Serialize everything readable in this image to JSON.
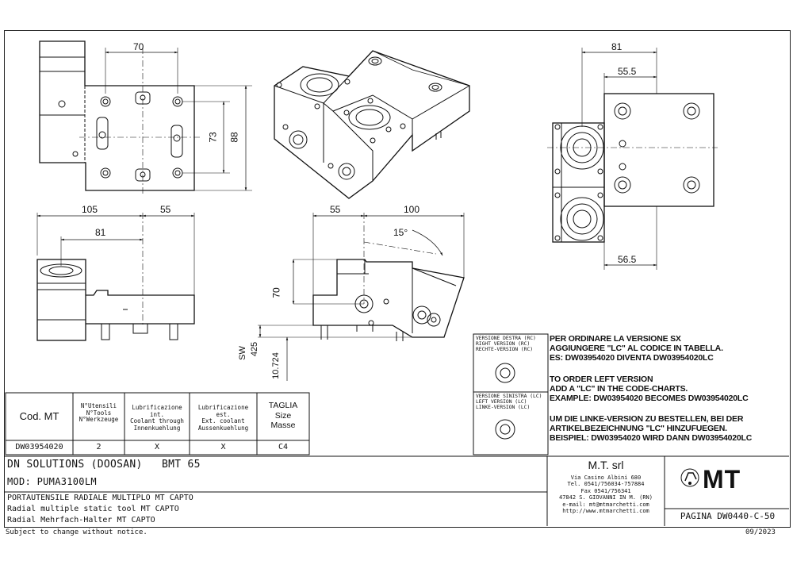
{
  "dimensions": {
    "top_view": [
      "70",
      "73",
      "88"
    ],
    "front_view": [
      "105",
      "55",
      "81"
    ],
    "side_view_top": [
      "55",
      "100",
      "15°"
    ],
    "side_view_left": [
      "70",
      "425",
      "SW",
      "10.724"
    ],
    "right_view": [
      "81",
      "55.5",
      "56.5"
    ]
  },
  "version_box": {
    "right": [
      "VERSIONE DESTRA (RC)",
      "RIGHT VERSION (RC)",
      "RECHTE-VERSION (RC)"
    ],
    "left": [
      "VERSIONE SINISTRA (LC)",
      "LEFT VERSION (LC)",
      "LINKE-VERSION (LC)"
    ]
  },
  "order_notes": [
    [
      "PER ORDINARE LA VERSIONE SX",
      "AGGIUNGERE \"LC\" AL CODICE IN TABELLA.",
      "ES: DW03954020 DIVENTA DW03954020LC"
    ],
    [
      "TO ORDER LEFT VERSION",
      "ADD A \"LC\" IN THE CODE-CHARTS.",
      "EXAMPLE: DW03954020 BECOMES DW03954020LC"
    ],
    [
      "UM DIE LINKE-VERSION ZU BESTELLEN, BEI DER",
      "ARTIKELBEZEICHNUNG \"LC\" HINZUFUEGEN.",
      "BEISPIEL: DW03954020 WIRD DANN DW03954020LC"
    ]
  ],
  "table": {
    "headers": {
      "code": "Cod. MT",
      "tools": [
        "N°Utensili",
        "N°Tools",
        "N°Werkzeuge"
      ],
      "coolant_int": [
        "Lubrificazione int.",
        "Coolant through",
        "Innenkuehlung"
      ],
      "coolant_ext": [
        "Lubrificazione est.",
        "Ext. coolant",
        "Aussenkuehlung"
      ],
      "size": [
        "TAGLIA",
        "Size",
        "Masse"
      ]
    },
    "row": {
      "code": "DW03954020",
      "tools": "2",
      "coolant_int": "X",
      "coolant_ext": "X",
      "size": "C4"
    }
  },
  "title_block": {
    "machine": "DN SOLUTIONS (DOOSAN)   BMT 65",
    "model": "MOD: PUMA3100LM",
    "desc_it": "PORTAUTENSILE RADIALE MULTIPLO MT CAPTO",
    "desc_en": "Radial multiple static tool MT CAPTO",
    "desc_de": "Radial Mehrfach-Halter MT CAPTO",
    "company": "M.T. srl",
    "address": [
      "Via Casino Albini 680",
      "Tel. 0541/756034-757884",
      "Fax 0541/756341",
      "47842 S. GIOVANNI IN M. (RN)",
      "e-mail: mt@mtmarchetti.com",
      "http://www.mtmarchetti.com"
    ],
    "logo": "MT",
    "page": "PAGINA DW0440-C-50"
  },
  "footer": {
    "disclaimer": "Subject to change without notice.",
    "date": "09/2023"
  }
}
